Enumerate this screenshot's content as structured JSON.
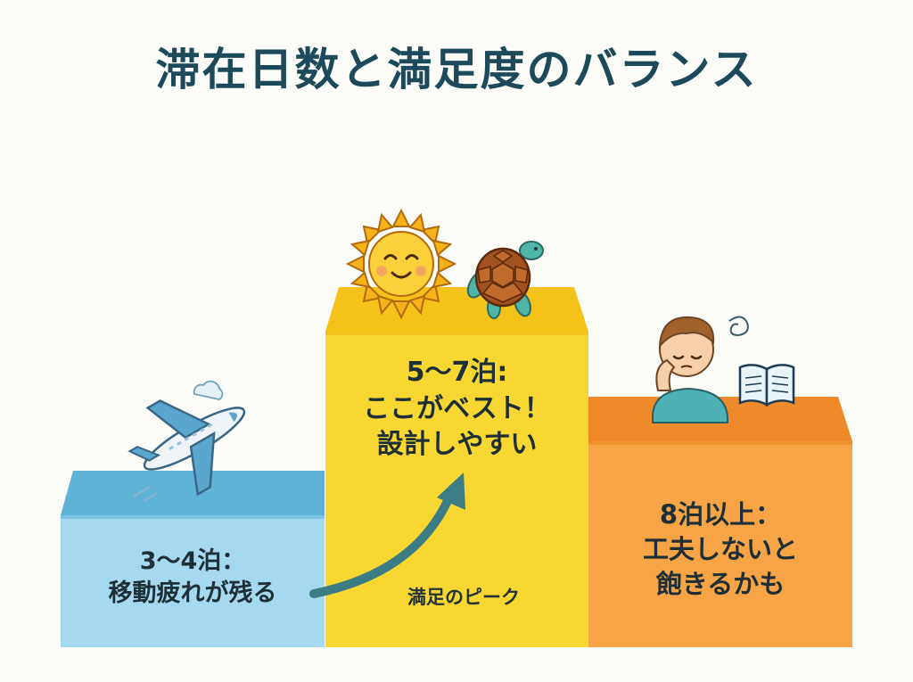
{
  "title": "滞在日数と満足度のバランス",
  "steps": [
    {
      "lines": [
        "3〜4泊：",
        "移動疲れが残る"
      ],
      "color": "#7fc7e3",
      "icon": "airplane-icon"
    },
    {
      "lines": [
        "5〜7泊:",
        "ここがベスト！",
        "設計しやすい"
      ],
      "color": "#f7d126",
      "icon": "sun-icon"
    },
    {
      "lines": [
        "8泊以上：",
        "工夫しないと",
        "飽きるかも"
      ],
      "color": "#f29a3a",
      "icon": "bored-person-icon"
    }
  ],
  "peak_label": "満足のピーク",
  "extra_icons": [
    "turtle-icon",
    "cloud-icon",
    "book-icon",
    "dizzy-swirl-icon",
    "arrow-icon"
  ]
}
